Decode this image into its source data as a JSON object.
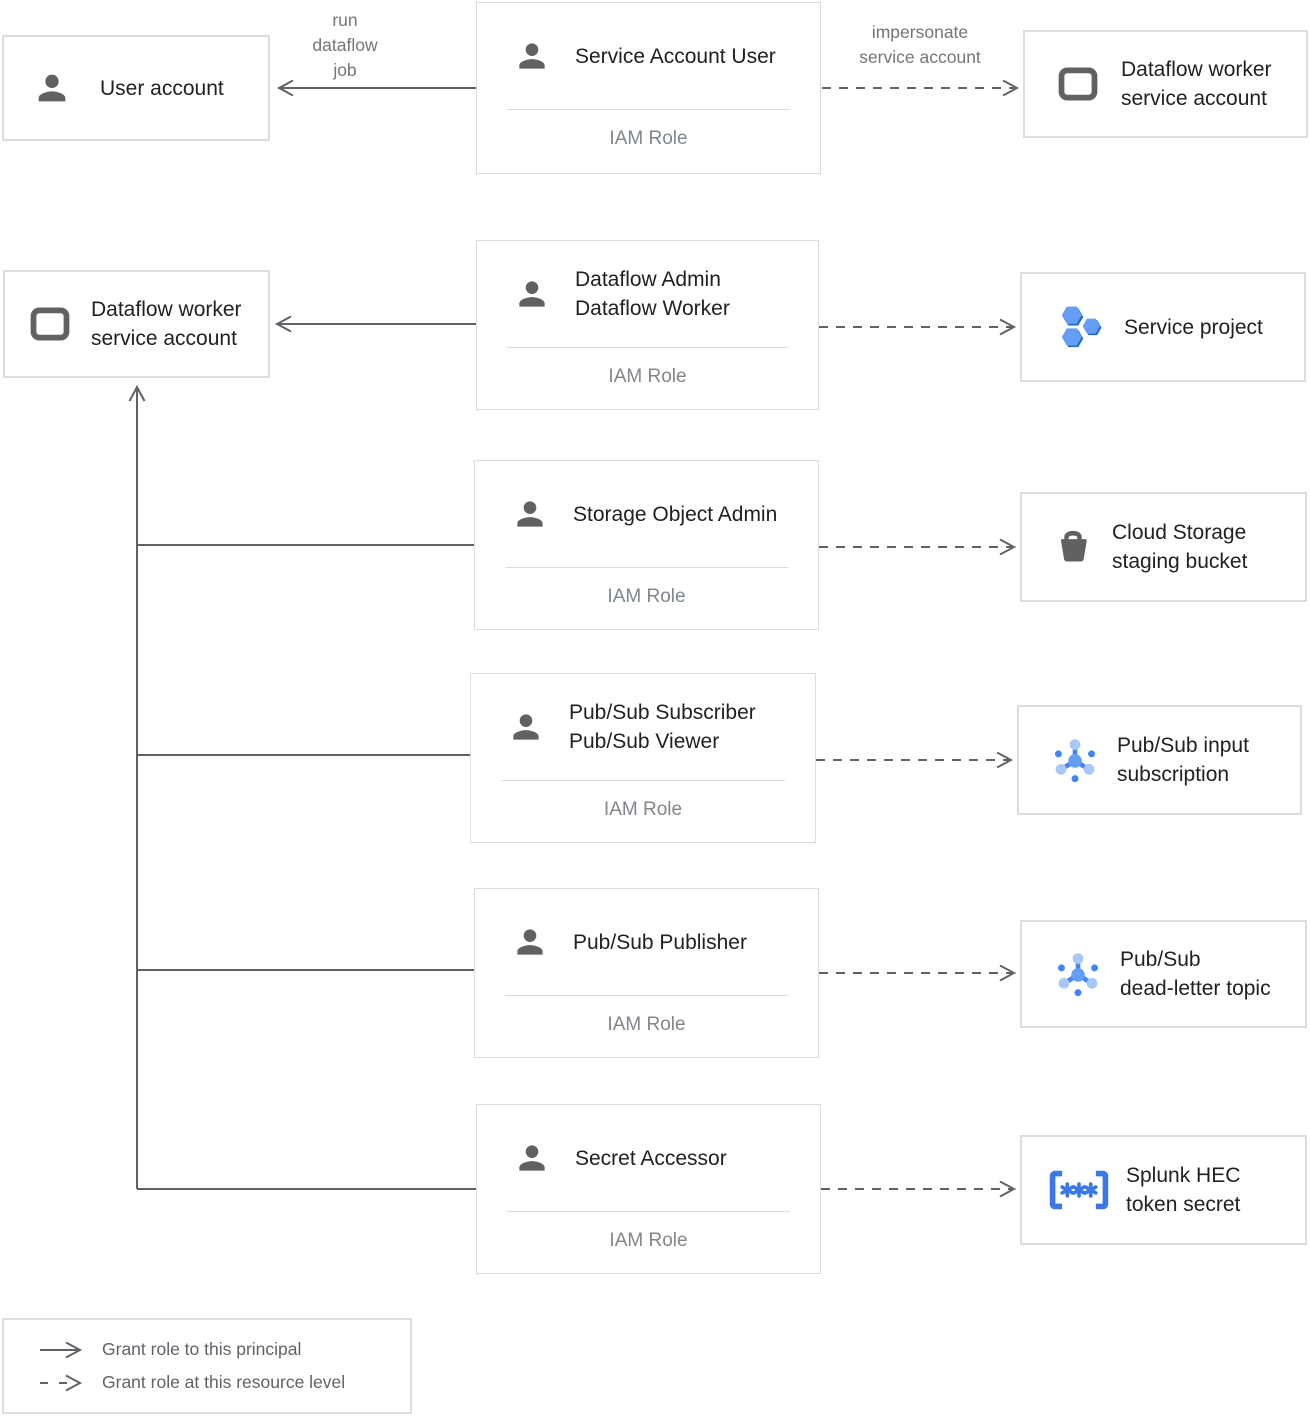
{
  "palette": {
    "line": "#5f6368",
    "box_border": "#dadce0",
    "text_primary": "#202124",
    "text_secondary": "#757575",
    "icon_gray": "#616161",
    "blue": "#4285F4",
    "blue_medium": "#669DF6",
    "blue_light": "#A8C7FA",
    "blue_dark": "#1967D2"
  },
  "nodes": {
    "user_account": {
      "line1": "User account",
      "line2": ""
    },
    "dataflow_worker_sa_right": {
      "line1": "Dataflow worker",
      "line2": "service account"
    },
    "dataflow_worker_sa_left": {
      "line1": "Dataflow worker",
      "line2": "service account"
    }
  },
  "roles": [
    {
      "line1": "Service Account User",
      "line2": "",
      "sublabel": "IAM Role"
    },
    {
      "line1": "Dataflow Admin",
      "line2": "Dataflow Worker",
      "sublabel": "IAM Role"
    },
    {
      "line1": "Storage Object Admin",
      "line2": "",
      "sublabel": "IAM Role"
    },
    {
      "line1": "Pub/Sub Subscriber",
      "line2": "Pub/Sub Viewer",
      "sublabel": "IAM Role"
    },
    {
      "line1": "Pub/Sub Publisher",
      "line2": "",
      "sublabel": "IAM Role"
    },
    {
      "line1": "Secret Accessor",
      "line2": "",
      "sublabel": "IAM Role"
    }
  ],
  "resources": [
    {
      "line1": "Service project",
      "line2": ""
    },
    {
      "line1": "Cloud Storage",
      "line2": "staging bucket"
    },
    {
      "line1": "Pub/Sub input",
      "line2": "subscription"
    },
    {
      "line1": "Pub/Sub",
      "line2": "dead-letter topic"
    },
    {
      "line1": "Splunk HEC",
      "line2": "token secret"
    }
  ],
  "edges": {
    "run_job": {
      "line1": "run",
      "line2": "dataflow",
      "line3": "job"
    },
    "impersonate": {
      "line1": "impersonate",
      "line2": "service account"
    }
  },
  "legend": {
    "solid_label": "Grant role to this principal",
    "dashed_label": "Grant role at this resource level"
  }
}
